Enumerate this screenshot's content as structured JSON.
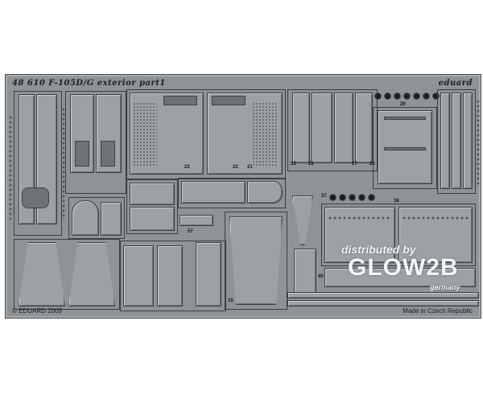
{
  "fret": {
    "header_left": "48 610   F-105D/G exterior   part1",
    "header_right": "eduard",
    "footer_left": "© EDUARD 2009",
    "footer_right": "Made in Czech Republic"
  },
  "part_numbers": [
    "29",
    "23",
    "22",
    "21",
    "25",
    "26",
    "27",
    "28",
    "57",
    "37",
    "38",
    "40",
    "15"
  ],
  "watermark": {
    "line1": "distributed by",
    "line2": "GLOW2B",
    "line3": "germany"
  },
  "colors": {
    "fret_metal": "#8f9396",
    "part_metal": "#9da1a4",
    "etch_line": "#3d4042"
  }
}
